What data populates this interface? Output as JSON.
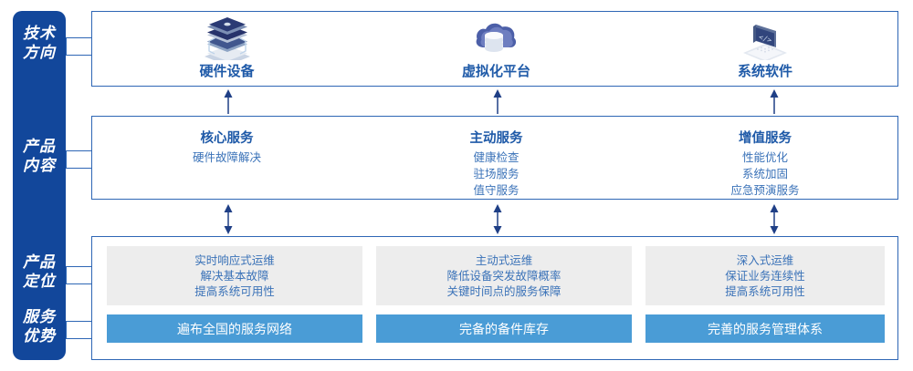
{
  "colors": {
    "navy": "#12479B",
    "outline": "#2E66B5",
    "heading_blue": "#1F5AA8",
    "body_blue": "#3A72B8",
    "bar_blue": "#4A9CD6",
    "card_gray": "#EDEDED",
    "white": "#FFFFFF"
  },
  "sidebar": {
    "items": [
      {
        "id": "technology-direction",
        "label": "技术\n方向"
      },
      {
        "id": "product-content",
        "label": "产品\n内容"
      },
      {
        "id": "product-positioning",
        "label": "产品\n定位"
      },
      {
        "id": "service-advantage",
        "label": "服务\n优势"
      }
    ],
    "labels": {
      "technology_direction_line1": "技术",
      "technology_direction_line2": "方向",
      "product_content_line1": "产品",
      "product_content_line2": "内容",
      "product_positioning_line1": "产品",
      "product_positioning_line2": "定位",
      "service_advantage_line1": "服务",
      "service_advantage_line2": "优势"
    }
  },
  "technology_row": {
    "cells": [
      {
        "icon": "server-stack-icon",
        "name": "硬件设备"
      },
      {
        "icon": "cloud-database-icon",
        "name": "虚拟化平台"
      },
      {
        "icon": "laptop-code-icon",
        "name": "系统软件"
      }
    ]
  },
  "content_row": {
    "cells": [
      {
        "title": "核心服务",
        "items": [
          "硬件故障解决"
        ]
      },
      {
        "title": "主动服务",
        "items": [
          "健康检查",
          "驻场服务",
          "值守服务"
        ]
      },
      {
        "title": "增值服务",
        "items": [
          "性能优化",
          "系统加固",
          "应急预演服务"
        ]
      }
    ]
  },
  "positioning_row": {
    "cards": [
      {
        "items": [
          "实时响应式运维",
          "解决基本故障",
          "提高系统可用性"
        ]
      },
      {
        "items": [
          "主动式运维",
          "降低设备突发故障概率",
          "关键时间点的服务保障"
        ]
      },
      {
        "items": [
          "深入式运维",
          "保证业务连续性",
          "提高系统可用性"
        ]
      }
    ]
  },
  "advantage_row": {
    "bars": [
      {
        "label": "遍布全国的服务网络"
      },
      {
        "label": "完备的备件库存"
      },
      {
        "label": "完善的服务管理体系"
      }
    ]
  },
  "arrows": {
    "up_arrows": 3,
    "double_arrows": 3
  }
}
